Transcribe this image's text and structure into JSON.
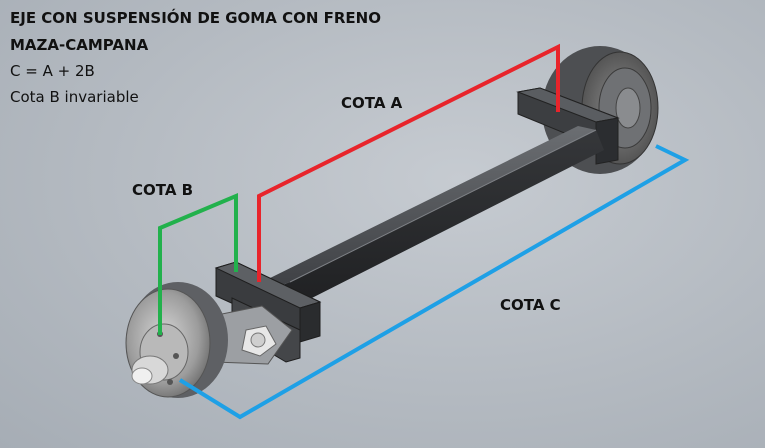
{
  "title": {
    "line1": "EJE CON SUSPENSIÓN DE GOMA CON FRENO",
    "line2": "MAZA-CAMPANA"
  },
  "notes": {
    "formula": "C = A + 2B",
    "constraint": "Cota B invariable"
  },
  "dimensions": {
    "a": {
      "label": "COTA A",
      "color": "#e8242b"
    },
    "b": {
      "label": "COTA B",
      "color": "#22b14c"
    },
    "c": {
      "label": "COTA C",
      "color": "#1ea0e6"
    }
  }
}
